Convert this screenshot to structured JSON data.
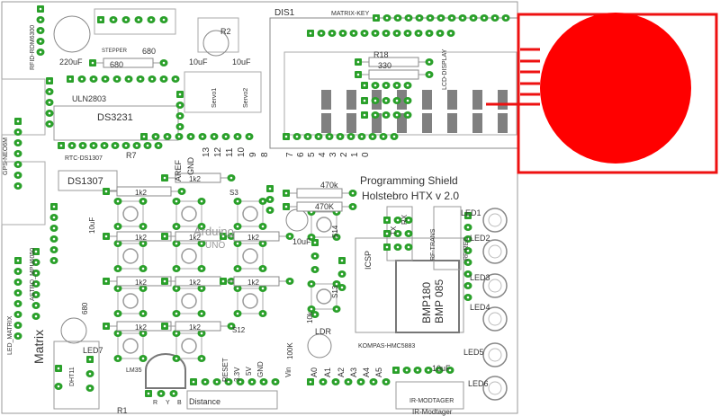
{
  "board": {
    "title_line1": "Programming Shield",
    "title_line2": "Holstebro HTX v 2.0",
    "arduino_label": "Arduino",
    "arduino_sub": "UNO"
  },
  "components": {
    "dis1": "DIS1",
    "matrix_key": "MATRIX-KEY",
    "uln": "ULN2803",
    "ds3231": "DS3231",
    "ds1307": "DS1307",
    "rtc_ds1307": "RTC-DS1307",
    "gps": "GPS-NEO6M",
    "rfid": "RFID-RDM6300",
    "cap_220": "220uF",
    "cap_10a": "10uF",
    "cap_10b": "10uF",
    "cap_10c": "10uF",
    "cap_10d": "10uF",
    "cap_10e": "10uF",
    "r_680a": "680",
    "r_680b": "680",
    "r_680c": "680",
    "stepper": "STEPPER",
    "r7": "R7",
    "r_1k2": "1k2",
    "r_470k": "470k",
    "r_47k": "470K",
    "r18": "R18",
    "r_330": "330",
    "r_100k": "100K",
    "r_10k": "10k",
    "r2": "R2",
    "r1": "R1",
    "servo1": "Servo1",
    "servo2": "Servo2",
    "ldr": "LDR",
    "lm35": "LM35",
    "dht11": "DHT11",
    "led7": "LED7",
    "led1": "LED1",
    "led2": "LED2",
    "led3": "LED3",
    "led4": "LED4",
    "led5": "LED5",
    "led6": "LED6",
    "s14": "S14",
    "s13": "S13",
    "s3": "S3",
    "s12": "S12",
    "icsp": "ICSP",
    "bmp180": "BMP180",
    "bmp085": "BMP 085",
    "kompas": "KOMPAS-HMC5883",
    "ir_modtager": "IR-MODTAGER",
    "ir_modtager2": "IR-Modtager",
    "distance": "Distance",
    "rf_trans": "RF-TRANS",
    "rf_rec": "RF-REC",
    "lcd_display": "LCD-DISPLAY",
    "matrix": "Matrix",
    "led_matrix": "LED_MATRIX",
    "astro": "ASTRO_MPU6050",
    "vin": "Vin",
    "gnd": "GND",
    "aref": "AREF",
    "reset": "RESET",
    "v33": "3.3V",
    "v5": "5V",
    "a0": "A0",
    "a1": "A1",
    "a2": "A2",
    "a3": "A3",
    "a4": "A4",
    "a5": "A5",
    "tx": "TX",
    "rx": "RX",
    "r": "R",
    "y": "Y",
    "b": "B",
    "pins_top": [
      "13",
      "12",
      "11",
      "10",
      "9",
      "8"
    ],
    "pins_top2": [
      "7",
      "6",
      "5",
      "4",
      "3",
      "2",
      "1",
      "0"
    ]
  },
  "colors": {
    "pad": "#2aa02a",
    "silk": "#7a7a7a",
    "display": "#808080",
    "highlight": "#ee1111"
  }
}
